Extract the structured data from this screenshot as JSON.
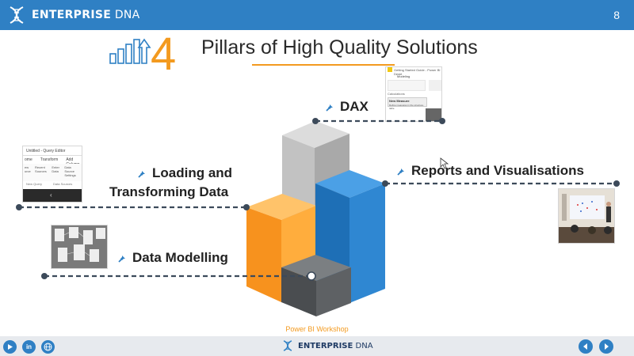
{
  "header": {
    "brand_bold": "ENTERPRISE",
    "brand_thin": " DNA",
    "page_number": "8"
  },
  "slide": {
    "number_big": "4",
    "title": "Pillars of High Quality Solutions"
  },
  "pillars": {
    "dax": "DAX",
    "loading_line1": "Loading and",
    "loading_line2": "Transforming Data",
    "reports": "Reports and Visualisations",
    "modelling": "Data Modelling"
  },
  "thumbnails": {
    "query_editor_title": "Untitled - Query Editor",
    "query_editor_tabs": [
      "ome",
      "Transform",
      "Add Column"
    ],
    "query_editor_buttons": [
      "ew urce",
      "Recent Sources",
      "Enter Data",
      "Data Source Settings"
    ],
    "query_editor_groups": [
      "New Query",
      "Data Sources"
    ],
    "dax_title": "Getting Started Guide - Power BI Deskt",
    "dax_menu": "Modeling",
    "dax_section": "Calculations",
    "dax_new_measure": "New Measure",
    "dax_desc": "Define measures in the structure table"
  },
  "footer": {
    "workshop": "Power BI Workshop",
    "brand_bold": "ENTERPRISE",
    "brand_thin": " DNA",
    "icons": [
      "youtube-icon",
      "linkedin-icon",
      "globe-icon"
    ]
  },
  "colors": {
    "brand_blue": "#2f80c4",
    "accent_orange": "#f39a1f",
    "block_gray": "#b9b9b9",
    "block_orange": "#f59a1e",
    "block_blue": "#2a7fc8",
    "block_dark": "#4f5254",
    "connector": "#3c4a5a"
  }
}
